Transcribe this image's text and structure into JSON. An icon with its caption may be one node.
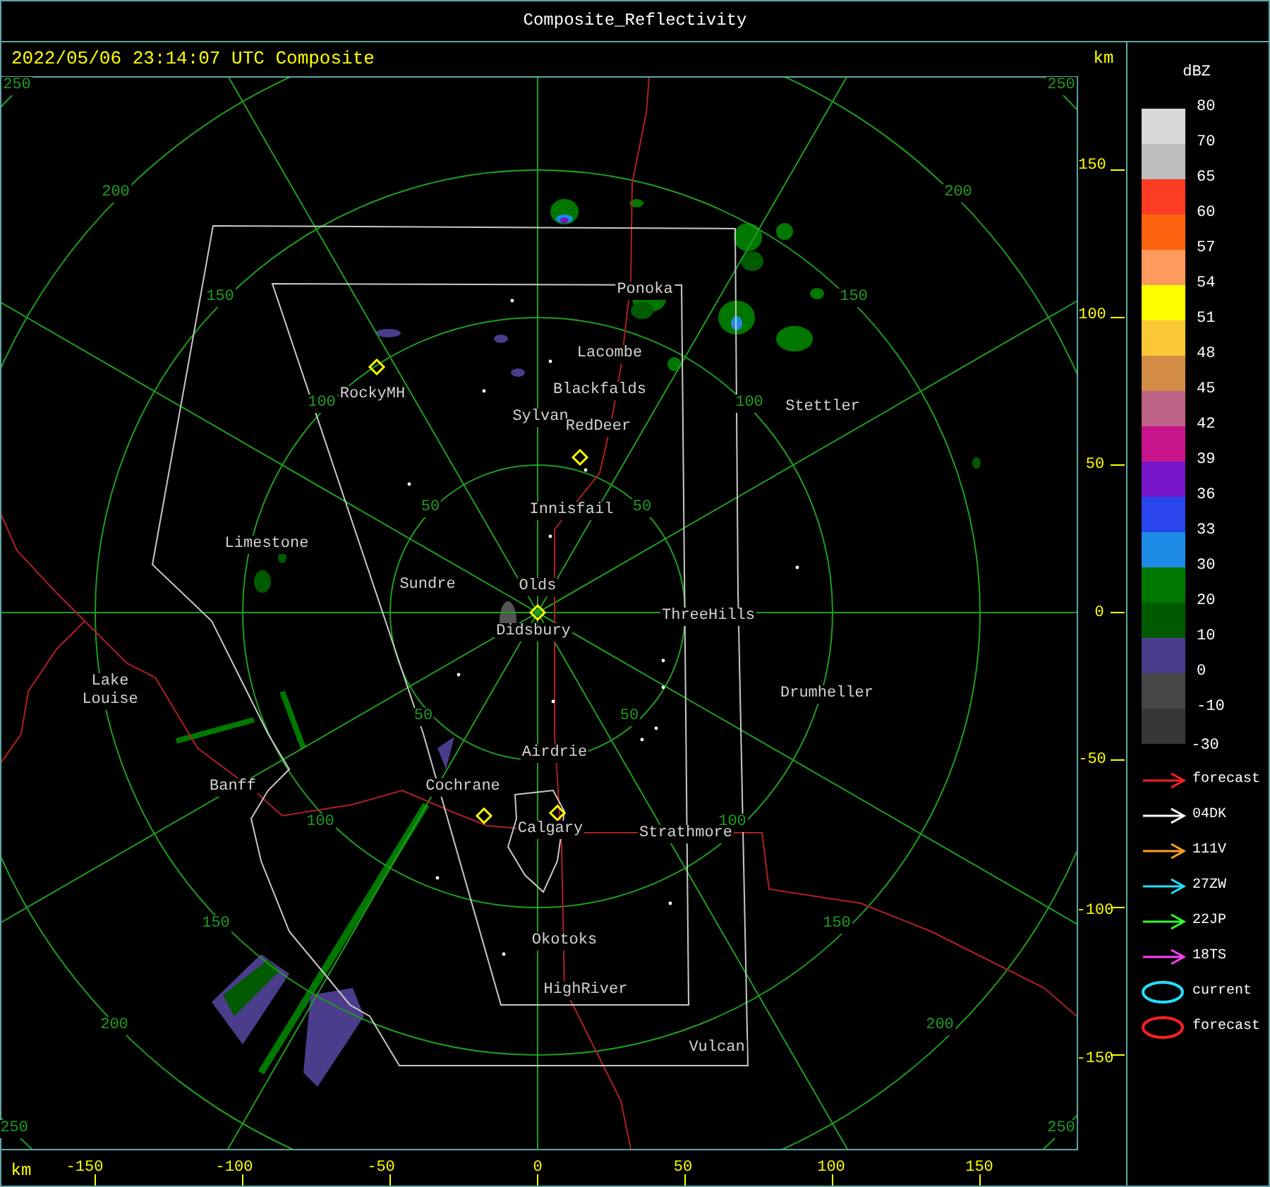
{
  "diagram": {
    "title": "Composite_Reflectivity",
    "labels": [
      "2022/05/06 23:14:07 UTC Composite",
      "km",
      "250",
      "250",
      "150",
      "200",
      "200",
      "Ponoka",
      "150",
      "150",
      "100",
      "Lacombe",
      "RockyMH",
      "Blackfalds",
      "100",
      "100",
      "Stettler",
      "Sylvan",
      "RedDeer",
      "50",
      "50",
      "Innisfail",
      "50",
      "Limestone",
      "Sundre",
      "Olds",
      "ThreeHills",
      "0",
      "Didsbury",
      "Lake Louise",
      "Drumheller",
      "50",
      "50",
      "Airdrie",
      "-50",
      "Banff",
      "Cochrane",
      "100",
      "100",
      "Calgary",
      "Strathmore",
      "-100",
      "150",
      "150",
      "Okotoks",
      "HighRiver",
      "200",
      "200",
      "Vulcan",
      "-150",
      "250",
      "250",
      "km",
      "-150",
      "-100",
      "-50",
      "0",
      "50",
      "100",
      "150",
      "dBZ",
      "-30"
    ],
    "legend": [
      {
        "text": "80",
        "color": "#d8d8d8"
      },
      {
        "text": "70",
        "color": "#bebebe"
      },
      {
        "text": "65",
        "color": "#fc3c23"
      },
      {
        "text": "60",
        "color": "#fe6410"
      },
      {
        "text": "57",
        "color": "#fe9a5e"
      },
      {
        "text": "54",
        "color": "#ffff00"
      },
      {
        "text": "51",
        "color": "#fac837"
      },
      {
        "text": "48",
        "color": "#d28c46"
      },
      {
        "text": "45",
        "color": "#be6486"
      },
      {
        "text": "42",
        "color": "#c8148c"
      },
      {
        "text": "39",
        "color": "#7814c8"
      },
      {
        "text": "36",
        "color": "#2846eb"
      },
      {
        "text": "33",
        "color": "#1e8ce6"
      },
      {
        "text": "30",
        "color": "#007800"
      },
      {
        "text": "20",
        "color": "#005a00"
      },
      {
        "text": "10",
        "color": "#4b3c8c"
      },
      {
        "text": "0",
        "color": "#464646"
      },
      {
        "text": "-10",
        "color": "#373737"
      },
      {
        "text": "forecast"
      },
      {
        "text": "04DK"
      },
      {
        "text": "111V"
      },
      {
        "text": "27ZW"
      },
      {
        "text": "22JP"
      },
      {
        "text": "18TS"
      },
      {
        "text": "current"
      },
      {
        "text": "forecast"
      }
    ]
  }
}
